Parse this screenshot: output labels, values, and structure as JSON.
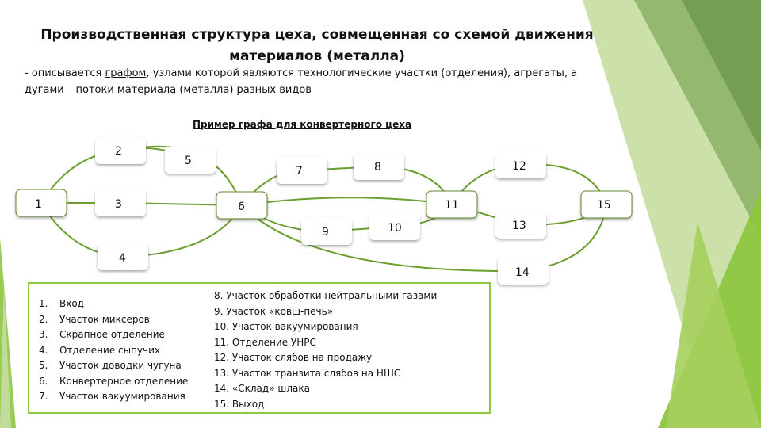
{
  "title": "Производственная структура цеха, совмещенная со схемой движения материалов (металла)",
  "intro": {
    "before": "- описывается ",
    "link": "графом",
    "after": ", узлами которой являются технологические участки (отделения), агрегаты, а дугами – потоки материала (металла) разных видов"
  },
  "subtitle": "Пример графа для конвертерного цеха",
  "colors": {
    "accent": "#8dc63f",
    "edge": "#6b9e2e",
    "node_fill": "#ffffff"
  },
  "nodes": [
    "1",
    "2",
    "3",
    "4",
    "5",
    "6",
    "7",
    "8",
    "9",
    "10",
    "11",
    "12",
    "13",
    "14",
    "15"
  ],
  "legend_left": [
    {
      "num": "1.",
      "text": "Вход"
    },
    {
      "num": "2.",
      "text": "Участок миксеров"
    },
    {
      "num": "3.",
      "text": "Скрапное отделение"
    },
    {
      "num": "4.",
      "text": "Отделение сыпучих"
    },
    {
      "num": "5.",
      "text": "Участок доводки чугуна"
    },
    {
      "num": "6.",
      "text": "Конвертерное отделение"
    },
    {
      "num": "7.",
      "text": "Участок вакуумирования"
    }
  ],
  "legend_right": [
    "8. Участок обработки нейтральными газами",
    "9. Участок «ковш-печь»",
    "10. Участок вакуумирования",
    "11. Отделение УНРС",
    "12. Участок слябов на продажу",
    "13. Участок транзита слябов на НШС",
    "14. «Склад» шлака",
    "15. Выход"
  ]
}
